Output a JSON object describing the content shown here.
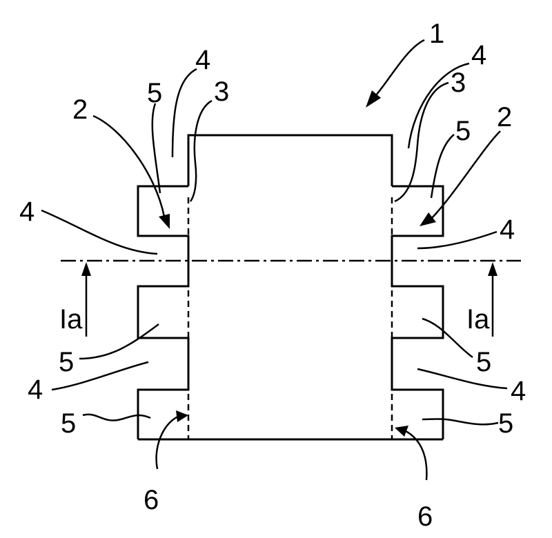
{
  "figure": {
    "labels": {
      "part_1": "1",
      "comb_2_left": "2",
      "comb_2_right": "2",
      "contact_3_left": "3",
      "contact_3_right": "3",
      "slot_4_top_left": "4",
      "slot_4_top_right": "4",
      "slot_4_mid_left": "4",
      "slot_4_mid_right": "4",
      "slot_4_low_left": "4",
      "slot_4_low_right": "4",
      "tooth_5_top_left": "5",
      "tooth_5_top_right": "5",
      "tooth_5_mid_left": "5",
      "tooth_5_mid_right": "5",
      "tooth_5_bot_left": "5",
      "tooth_5_bot_right": "5",
      "edge_6_left": "6",
      "edge_6_right": "6",
      "section_left": "Ia",
      "section_right": "Ia"
    },
    "colors": {
      "line": "#000000",
      "background": "#ffffff"
    }
  }
}
